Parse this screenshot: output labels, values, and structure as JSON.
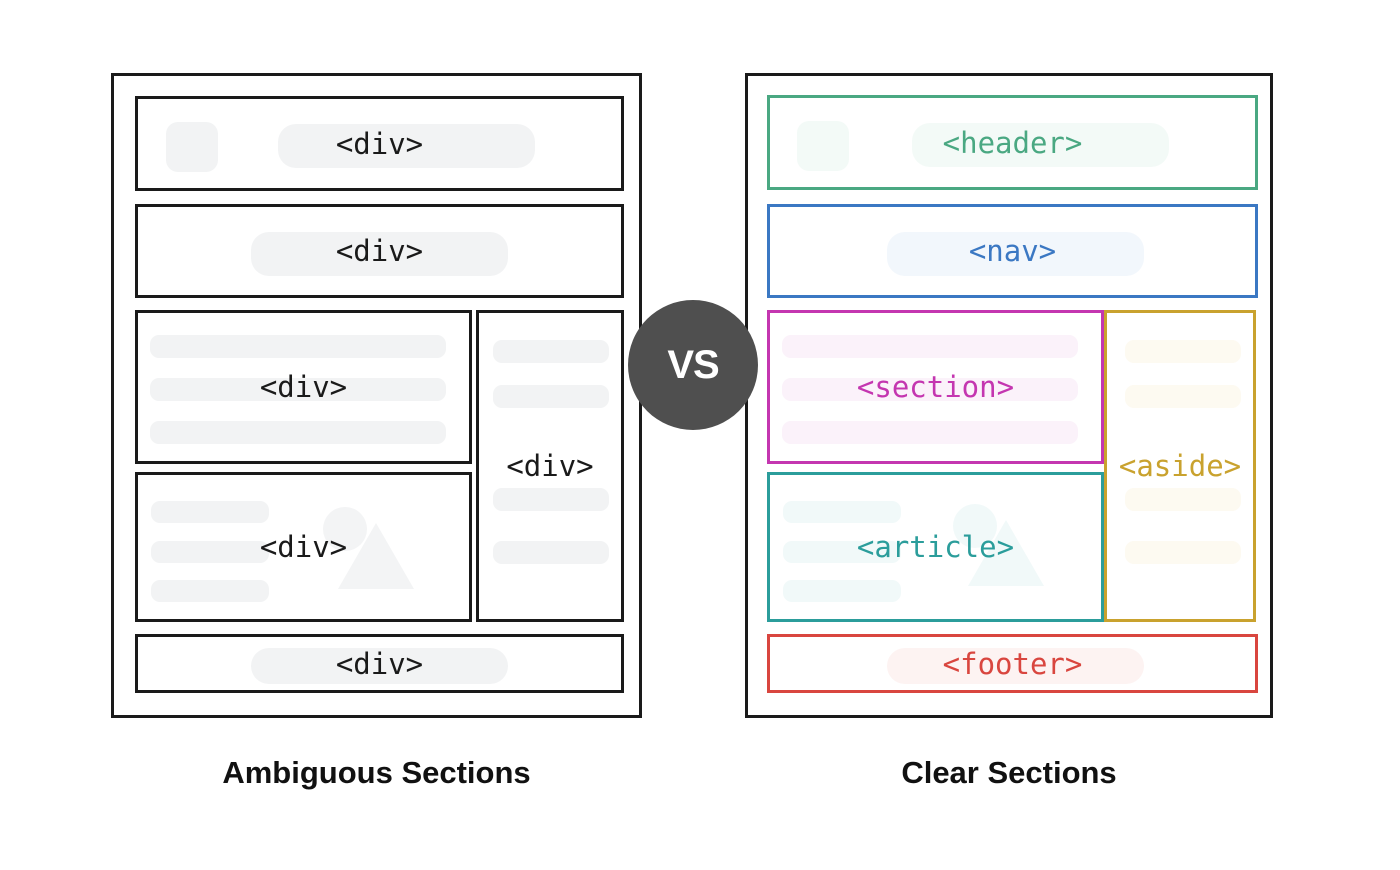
{
  "figure": {
    "type": "comparison-diagram",
    "subject": "HTML semantic markup vs generic div markup"
  },
  "vs_badge": {
    "label": "VS",
    "color": "#4f4f4f",
    "text_color": "#ffffff"
  },
  "left_panel": {
    "caption": "Ambiguous Sections",
    "border_color": "#1a1a1a",
    "text_color": "#1a1a1a",
    "blocks": [
      {
        "name": "header-area",
        "label": "<div>"
      },
      {
        "name": "nav-area",
        "label": "<div>"
      },
      {
        "name": "section-area",
        "label": "<div>"
      },
      {
        "name": "aside-area",
        "label": "<div>"
      },
      {
        "name": "article-area",
        "label": "<div>"
      },
      {
        "name": "footer-area",
        "label": "<div>"
      }
    ]
  },
  "right_panel": {
    "caption": "Clear Sections",
    "blocks": [
      {
        "name": "header-area",
        "label": "<header>",
        "color": "#4aa882"
      },
      {
        "name": "nav-area",
        "label": "<nav>",
        "color": "#3b78c3"
      },
      {
        "name": "section-area",
        "label": "<section>",
        "color": "#c436b0"
      },
      {
        "name": "aside-area",
        "label": "<aside>",
        "color": "#c9a22e"
      },
      {
        "name": "article-area",
        "label": "<article>",
        "color": "#2b9d9b"
      },
      {
        "name": "footer-area",
        "label": "<footer>",
        "color": "#d9463f"
      }
    ]
  }
}
